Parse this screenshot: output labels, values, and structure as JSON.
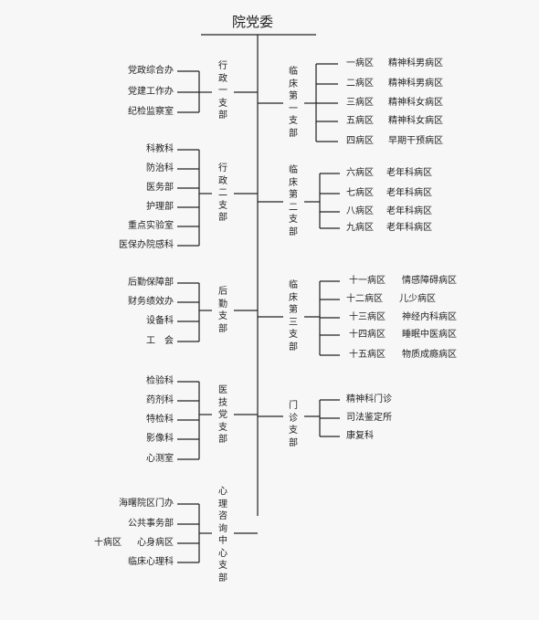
{
  "title": "院党委",
  "left_branches": [
    {
      "label": "行政一支部",
      "items": [
        "党政综合办",
        "党建工作办",
        "纪检监察室"
      ]
    },
    {
      "label": "行政二支部",
      "items": [
        "科教科",
        "防治科",
        "医务部",
        "护理部",
        "重点实验室",
        "医保办院感科"
      ]
    },
    {
      "label": "后勤支部",
      "items": [
        "后勤保障部",
        "财务绩效办",
        "设备科",
        "工　会"
      ]
    },
    {
      "label": "医技党支部",
      "items": [
        "检验科",
        "药剂科",
        "特检科",
        "影像科",
        "心测室"
      ]
    },
    {
      "label": "心理咨询中心支部",
      "items": [
        "海曙院区门办",
        "公共事务部",
        "心身病区",
        "临床心理科"
      ],
      "extra": "十病区"
    }
  ],
  "right_branches": [
    {
      "label": "临床第一支部",
      "items": [
        [
          "一病区",
          "精神科男病区"
        ],
        [
          "二病区",
          "精神科男病区"
        ],
        [
          "三病区",
          "精神科女病区"
        ],
        [
          "五病区",
          "精神科女病区"
        ],
        [
          "四病区",
          "早期干预病区"
        ]
      ]
    },
    {
      "label": "临床第二支部",
      "items": [
        [
          "六病区",
          "老年科病区"
        ],
        [
          "七病区",
          "老年科病区"
        ],
        [
          "八病区",
          "老年科病区"
        ],
        [
          "九病区",
          "老年科病区"
        ]
      ]
    },
    {
      "label": "临床第三支部",
      "items": [
        [
          "十一病区",
          "情感障碍病区"
        ],
        [
          "十二病区",
          "儿少病区"
        ],
        [
          "十三病区",
          "神经内科病区"
        ],
        [
          "十四病区",
          "睡眠中医病区"
        ],
        [
          "十五病区",
          "物质成瘾病区"
        ]
      ]
    },
    {
      "label": "门诊支部",
      "items": [
        [
          "精神科门诊",
          ""
        ],
        [
          "司法鉴定所",
          ""
        ],
        [
          "康复科",
          ""
        ]
      ]
    }
  ]
}
